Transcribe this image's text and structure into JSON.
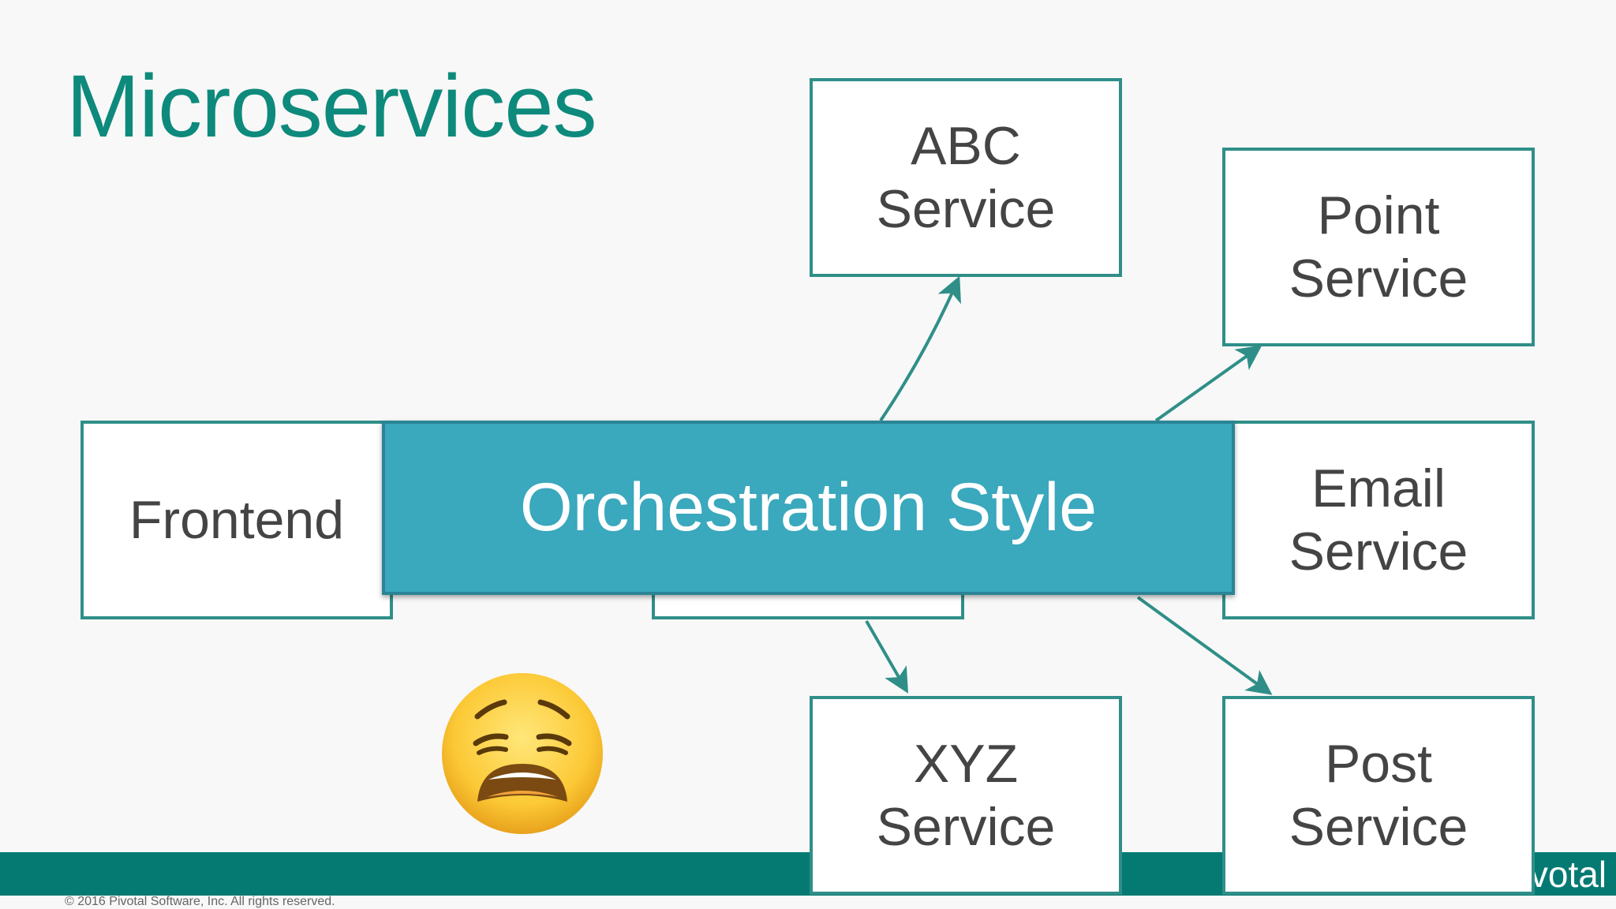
{
  "slide": {
    "title": "Microservices",
    "footer": "© 2016 Pivotal Software, Inc.  All rights reserved.",
    "brand": "Pivotal"
  },
  "diagram": {
    "frontend": "Frontend",
    "banner": "Orchestration Style",
    "services": {
      "abc": [
        "ABC",
        "Service"
      ],
      "point": [
        "Point",
        "Service"
      ],
      "email": [
        "Email",
        "Service"
      ],
      "xyz": [
        "XYZ",
        "Service"
      ],
      "post": [
        "Post",
        "Service"
      ]
    },
    "emoji": "weary-face-emoji"
  },
  "colors": {
    "title": "#0e8a7c",
    "box_border": "#2f8f88",
    "banner": "#3aa8bd",
    "bottom_bar": "#057a73",
    "arrow": "#2f8f88"
  }
}
